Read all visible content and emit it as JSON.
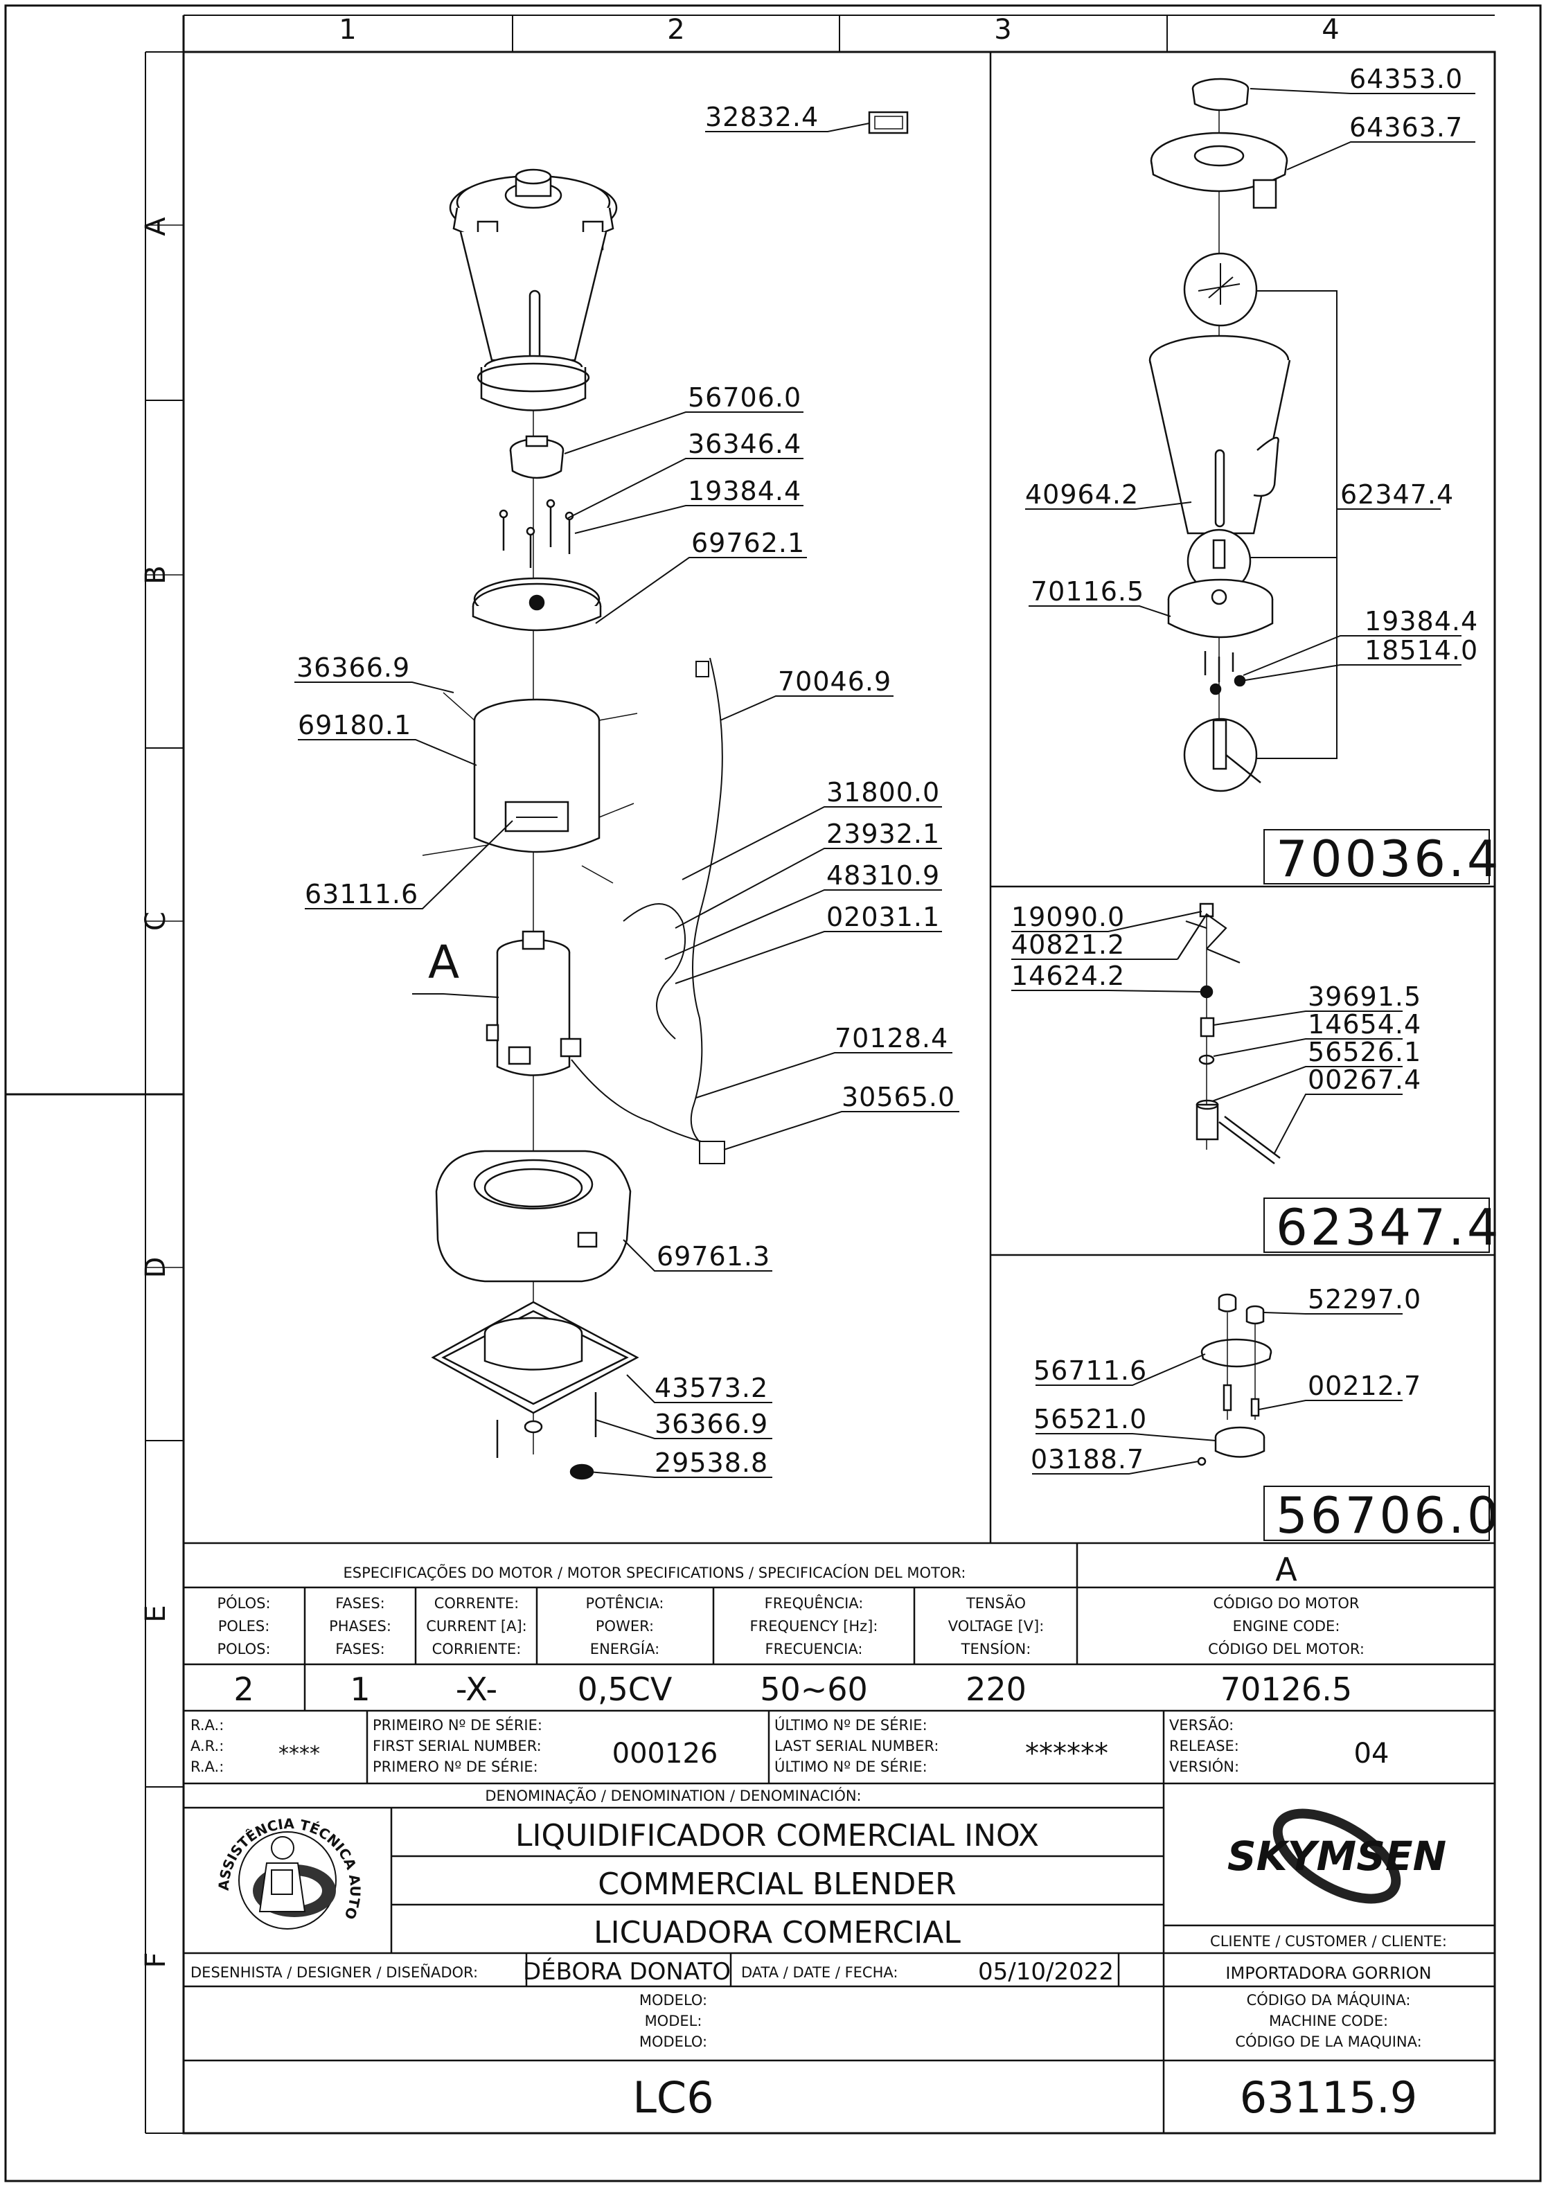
{
  "grid": {
    "columns": [
      "1",
      "2",
      "3",
      "4"
    ],
    "rows": [
      "A",
      "B",
      "C",
      "D",
      "E",
      "F"
    ]
  },
  "callouts": {
    "manual": "32832.4",
    "p56706_0": "56706.0",
    "p36346_4": "36346.4",
    "p19384_4": "19384.4",
    "p69762_1": "69762.1",
    "p36366_9_a": "36366.9",
    "p69180_1": "69180.1",
    "p70046_9": "70046.9",
    "p63111_6": "63111.6",
    "p31800_0": "31800.0",
    "p23932_1": "23932.1",
    "p48310_9": "48310.9",
    "p02031_1": "02031.1",
    "motor_label": "A",
    "p70128_4": "70128.4",
    "p30565_0": "30565.0",
    "p69761_3": "69761.3",
    "p43573_2": "43573.2",
    "p36366_9_b": "36366.9",
    "p29538_8": "29538.8",
    "r64353_0": "64353.0",
    "r64363_7": "64363.7",
    "r40964_2": "40964.2",
    "r62347_4": "62347.4",
    "r70116_5": "70116.5",
    "r19384_4": "19384.4",
    "r18514_0": "18514.0",
    "assembly_1": "70036.4",
    "s19090_0": "19090.0",
    "s40821_2": "40821.2",
    "s14624_2": "14624.2",
    "s39691_5": "39691.5",
    "s14654_4": "14654.4",
    "s56526_1": "56526.1",
    "s00267_4": "00267.4",
    "assembly_2": "62347.4",
    "t52297_0": "52297.0",
    "t56711_6": "56711.6",
    "t00212_7": "00212.7",
    "t56521_0": "56521.0",
    "t03188_7": "03188.7",
    "assembly_3": "56706.0"
  },
  "specs": {
    "header": "ESPECIFICAÇÕES DO MOTOR / MOTOR SPECIFICATIONS / SPECIFICACÍON DEL MOTOR:",
    "motor_letter": "A",
    "columns": [
      {
        "labels": [
          "PÓLOS:",
          "POLES:",
          "POLOS:"
        ],
        "value": "2"
      },
      {
        "labels": [
          "FASES:",
          "PHASES:",
          "FASES:"
        ],
        "value": "1"
      },
      {
        "labels": [
          "CORRENTE:",
          "CURRENT [A]:",
          "CORRIENTE:"
        ],
        "value": "-X-"
      },
      {
        "labels": [
          "POTÊNCIA:",
          "POWER:",
          "ENERGÍA:"
        ],
        "value": "0,5CV"
      },
      {
        "labels": [
          "FREQUÊNCIA:",
          "FREQUENCY [Hz]:",
          "FRECUENCIA:"
        ],
        "value": "50~60"
      },
      {
        "labels": [
          "TENSÃO",
          "VOLTAGE [V]:",
          "TENSÍON:"
        ],
        "value": "220"
      },
      {
        "labels": [
          "CÓDIGO DO MOTOR",
          "ENGINE CODE:",
          "CÓDIGO DEL MOTOR:"
        ],
        "value": "70126.5"
      }
    ]
  },
  "serial": {
    "ra_labels": [
      "R.A.:",
      "A.R.:",
      "R.A.:"
    ],
    "ra_value": "****",
    "first_labels": [
      "PRIMEIRO Nº DE SÉRIE:",
      "FIRST SERIAL NUMBER:",
      "PRIMERO Nº DE SÉRIE:"
    ],
    "first_value": "000126",
    "last_labels": [
      "ÚLTIMO Nº DE SÉRIE:",
      "LAST SERIAL NUMBER:",
      "ÚLTIMO Nº DE SÉRIE:"
    ],
    "last_value": "******",
    "version_labels": [
      "VERSÃO:",
      "RELEASE:",
      "VERSIÓN:"
    ],
    "version_value": "04"
  },
  "title": {
    "denomination_label": "DENOMINAÇÃO / DENOMINATION / DENOMINACIÓN:",
    "lines": [
      "LIQUIDIFICADOR COMERCIAL INOX",
      "COMMERCIAL BLENDER",
      "LICUADORA COMERCIAL"
    ],
    "brand": "SKYMSEN",
    "logo_arc_text": "ASSISTÊNCIA TÉCNICA AUTORIZADA",
    "customer_label": "CLIENTE / CUSTOMER / CLIENTE:",
    "customer_value": "IMPORTADORA GORRION",
    "designer_label": "DESENHISTA / DESIGNER / DISEÑADOR:",
    "designer_value": "DÉBORA DONATO",
    "date_label": "DATA / DATE / FECHA:",
    "date_value": "05/10/2022",
    "model_labels": [
      "MODELO:",
      "MODEL:",
      "MODELO:"
    ],
    "model_value": "LC6",
    "machine_code_labels": [
      "CÓDIGO DA MÁQUINA:",
      "MACHINE CODE:",
      "CÓDIGO DE LA MAQUINA:"
    ],
    "machine_code_value": "63115.9"
  }
}
